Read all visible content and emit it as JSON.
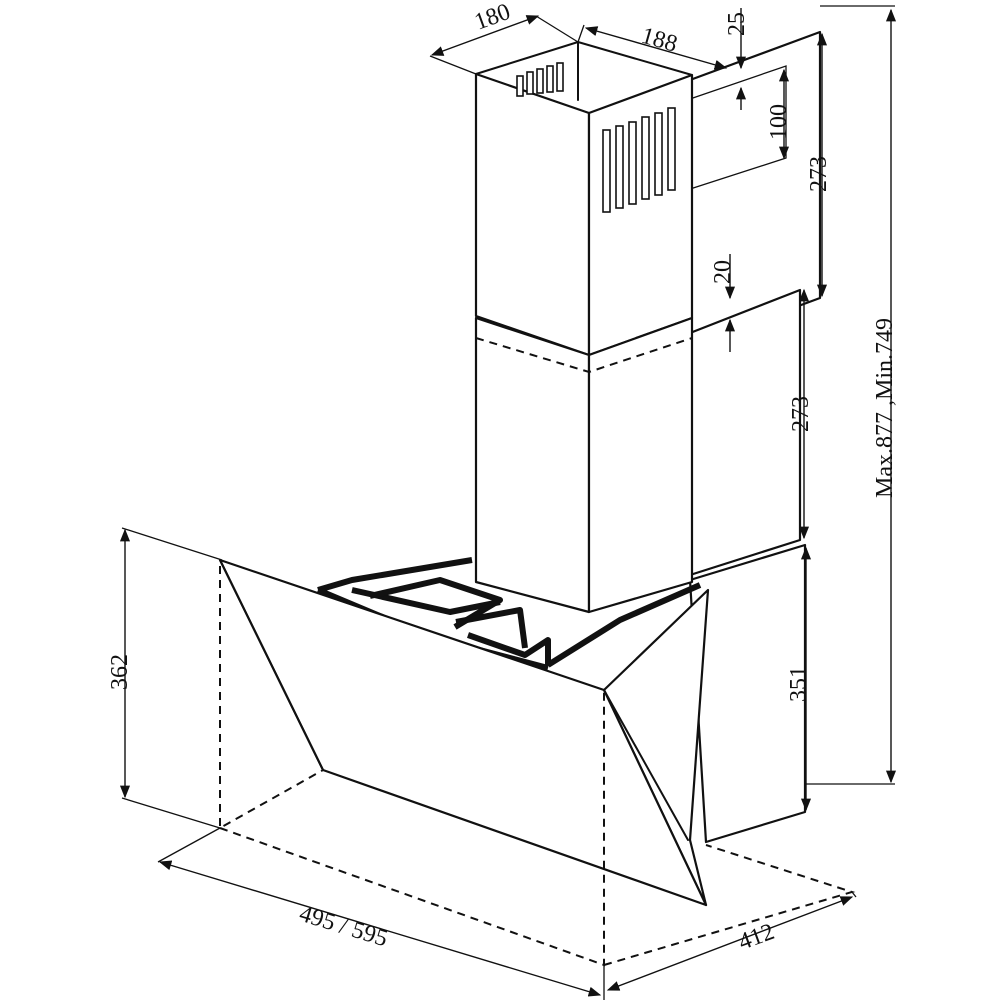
{
  "dimensions": {
    "chimney_depth": "180",
    "chimney_width": "188",
    "vent_offset": "25",
    "vent_height": "100",
    "upper_chimney_height": "273",
    "overlap": "20",
    "lower_chimney_height": "273",
    "total_height": "Max.877 ,Min.749",
    "hood_height_front": "362",
    "hood_height_back": "351",
    "hood_width": "495 / 595",
    "hood_depth": "412"
  },
  "colors": {
    "line": "#111111",
    "background": "#ffffff"
  }
}
